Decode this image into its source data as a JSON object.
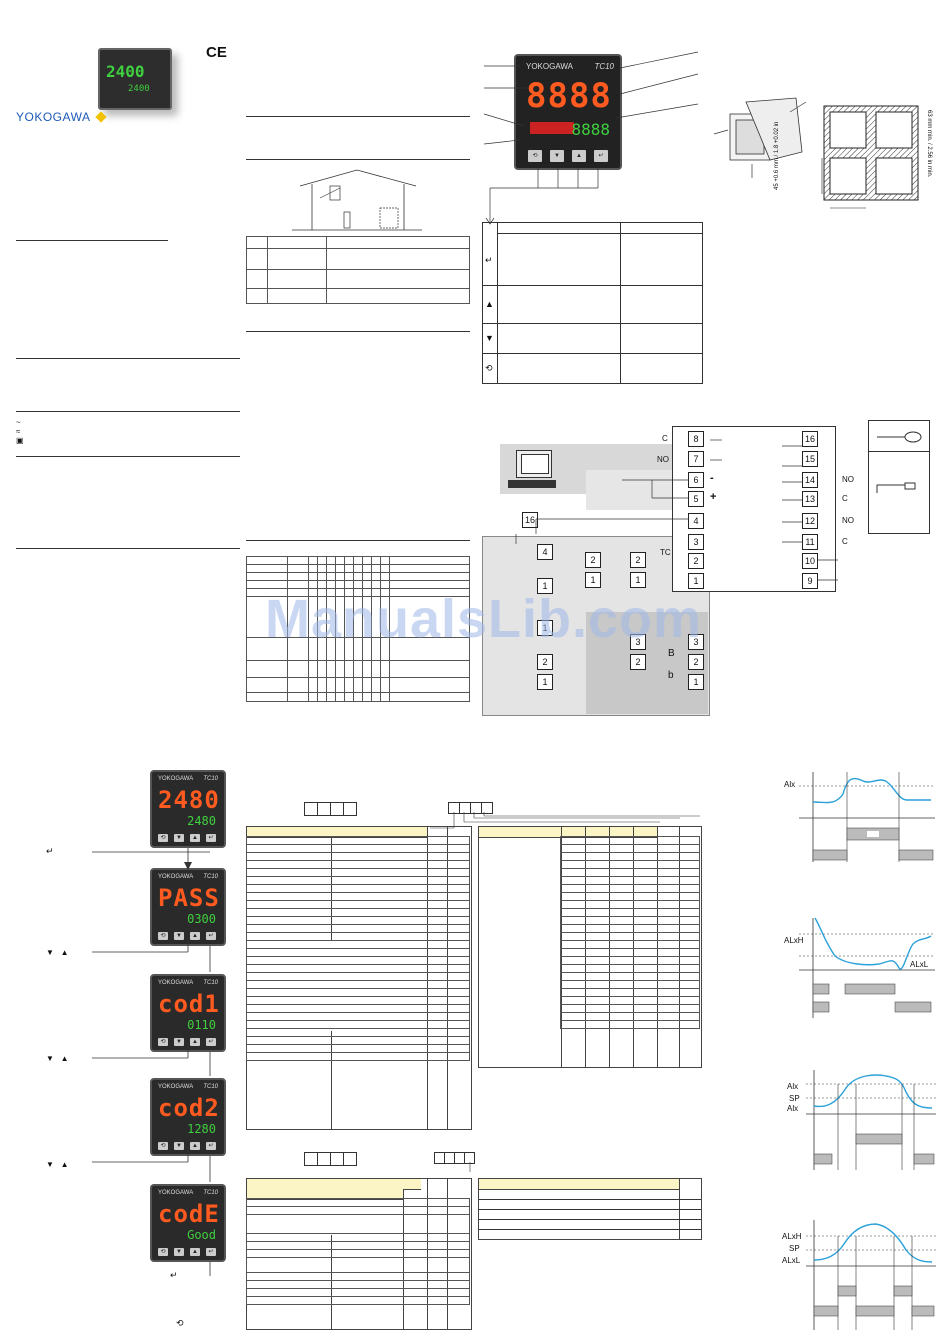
{
  "header": {
    "ce_mark": "CE",
    "brand": "YOKOGAWA",
    "brand_color": "#1e5bb8",
    "diamond_color": "#f2c200"
  },
  "front_panel": {
    "brand": "YOKOGAWA",
    "model": "TC10",
    "pv": "8888",
    "sv": "8888"
  },
  "product_photo": {
    "pv": "2400",
    "sv": "2400"
  },
  "dimensions": {
    "height_label": "45 +0.6 mm / 1.8 +0.02 in",
    "width_label": "63 mm min. / 2.56 in min."
  },
  "wiring": {
    "right_terminals": [
      "16",
      "15",
      "14",
      "13",
      "12",
      "11",
      "10",
      "9"
    ],
    "left_terminals": [
      "8",
      "7",
      "6",
      "5",
      "4",
      "3",
      "2",
      "1"
    ],
    "relay_labels": [
      "NO",
      "C",
      "NO",
      "C"
    ],
    "left_relay_labels": [
      "C",
      "NO"
    ],
    "polarity": [
      "-",
      "+"
    ],
    "aux_terminal": "16",
    "tc_label": "TC",
    "input_terminals_a": [
      "4",
      "1",
      "2",
      "1",
      "2",
      "1"
    ],
    "input_terminals_b": [
      "3",
      "2",
      "1",
      "2",
      "1"
    ],
    "rtd_labels": [
      "B",
      "b"
    ],
    "rtd_terminals": [
      "3",
      "2",
      "1"
    ],
    "watermark": "ManualsLib.com"
  },
  "sequence": [
    {
      "pv": "2480",
      "sv": "2480",
      "brand": "YOKOGAWA",
      "model": "TC10"
    },
    {
      "pv": "PASS",
      "sv": "0300",
      "brand": "YOKOGAWA",
      "model": "TC10"
    },
    {
      "pv": "cod1",
      "sv": "0110",
      "brand": "YOKOGAWA",
      "model": "TC10"
    },
    {
      "pv": "cod2",
      "sv": "1280",
      "brand": "YOKOGAWA",
      "model": "TC10"
    },
    {
      "pv": "codE",
      "sv": "Good",
      "brand": "YOKOGAWA",
      "model": "TC10"
    }
  ],
  "alarm_charts": {
    "a1": {
      "y1": "Alx"
    },
    "a2": {
      "y1": "ALxH",
      "y2": "ALxL"
    },
    "a3": {
      "y1": "Alx",
      "y2": "SP",
      "y3": "Alx"
    },
    "a4": {
      "y1": "ALxH",
      "y2": "SP",
      "y3": "ALxL"
    },
    "curve_color": "#2aa1d8"
  }
}
